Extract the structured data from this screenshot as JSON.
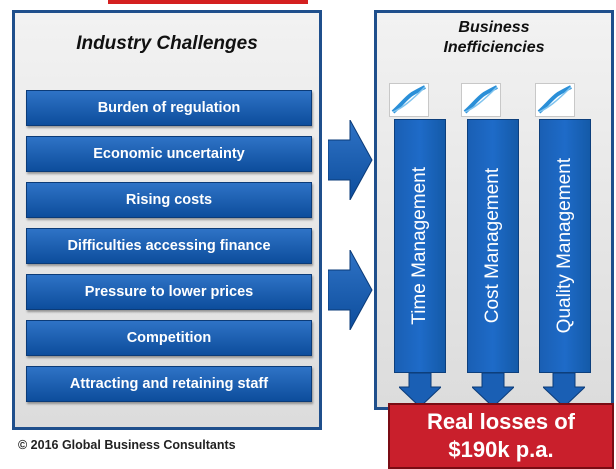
{
  "left_panel": {
    "title": "Industry Challenges",
    "items": [
      "Burden of regulation",
      "Economic uncertainty",
      "Rising costs",
      "Difficulties accessing finance",
      "Pressure to lower prices",
      "Competition",
      "Attracting and retaining staff"
    ]
  },
  "right_panel": {
    "title_line1": "Business",
    "title_line2": "Inefficiencies",
    "columns": [
      "Time Management",
      "Cost Management",
      "Quality Management"
    ]
  },
  "result": {
    "line1": "Real losses of",
    "line2": "$190k p.a."
  },
  "footer": {
    "copyright": "© 2016 Global Business Consultants"
  },
  "colors": {
    "box_blue": "#1a5fb4",
    "panel_border": "#1f4f8c",
    "loss_red": "#c91f2c"
  }
}
